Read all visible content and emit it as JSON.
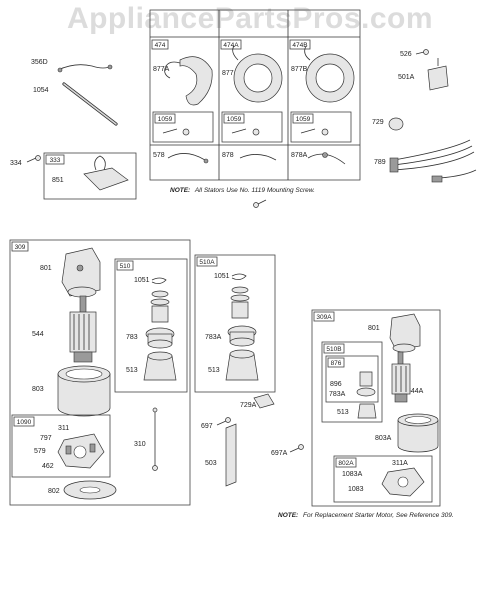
{
  "watermark": "AppliancePartsPros.com",
  "stator_headers": [
    "",
    "",
    ""
  ],
  "notes": {
    "stator_label": "NOTE:",
    "stator_text": "All Stators Use No. 1119  Mounting Screw.",
    "starter_label": "NOTE:",
    "starter_text": "For Replacement Starter Motor, See Reference 309."
  },
  "boxes": {
    "b474": "474",
    "b474a": "474A",
    "b474b": "474B",
    "b1059a": "1059",
    "b1059b": "1059",
    "b1059c": "1059",
    "b333": "333",
    "b309": "309",
    "b510": "510",
    "b510a": "510A",
    "b1090": "1090",
    "b309a": "309A",
    "b510b": "510B",
    "b876": "876",
    "b802a": "802A"
  },
  "labels": {
    "p356d": "356D",
    "p1054": "1054",
    "p334": "334",
    "p851": "851",
    "p877a": "877A",
    "p877": "877",
    "p877b": "877B",
    "p578": "578",
    "p878": "878",
    "p878a": "878A",
    "p526": "526",
    "p501a": "501A",
    "p729": "729",
    "p789": "789",
    "p801": "801",
    "p544": "544",
    "p803": "803",
    "p1051a": "1051",
    "p783": "783",
    "p513a": "513",
    "p1051b": "1051",
    "p783a": "783A",
    "p513b": "513",
    "p797": "797",
    "p311": "311",
    "p579": "579",
    "p462": "462",
    "p310": "310",
    "p802": "802",
    "p729a": "729A",
    "p697": "697",
    "p503": "503",
    "p697a": "697A",
    "p801b": "801",
    "p896": "896",
    "p783a2": "783A",
    "p513c": "513",
    "p544a": "544A",
    "p803a": "803A",
    "p1083a": "1083A",
    "p311a": "311A",
    "p1083": "1083"
  }
}
